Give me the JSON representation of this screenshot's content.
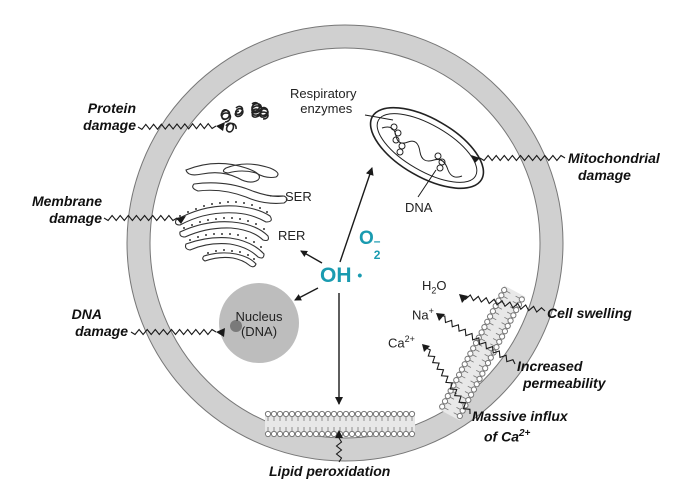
{
  "labels": {
    "protein_damage": [
      "Protein",
      "damage"
    ],
    "membrane_damage": [
      "Membrane",
      "damage"
    ],
    "dna_damage": [
      "DNA",
      "damage"
    ],
    "mitochondrial_damage": [
      "Mitochondrial",
      "damage"
    ],
    "cell_swelling": "Cell swelling",
    "increased_permeability": [
      "Increased",
      "permeability"
    ],
    "massive_influx_line1": "Massive influx",
    "massive_influx_prefix": "of Ca",
    "massive_influx_sup": "2+",
    "lipid_peroxidation": "Lipid peroxidation"
  },
  "organelles": {
    "respiratory_enzymes": [
      "Respiratory",
      "enzymes"
    ],
    "dna": "DNA",
    "ser": "SER",
    "rer": "RER",
    "nucleus": [
      "Nucleus",
      "(DNA)"
    ]
  },
  "ions": {
    "water_h": "H",
    "water_sub": "2",
    "water_o": "O",
    "sodium": "Na",
    "sodium_sup": "+",
    "calcium": "Ca",
    "calcium_sup": "2+"
  },
  "radicals": {
    "superoxide_o": "O",
    "superoxide_sup": "–",
    "superoxide_sub": "2",
    "hydroxyl": "OH",
    "hydroxyl_dot": "•"
  },
  "colors": {
    "membrane_fill": "#d0d0d0",
    "nucleus_fill": "#bdbdbd",
    "radical_text": "#1a9bb0",
    "line": "#1a1a1a"
  }
}
